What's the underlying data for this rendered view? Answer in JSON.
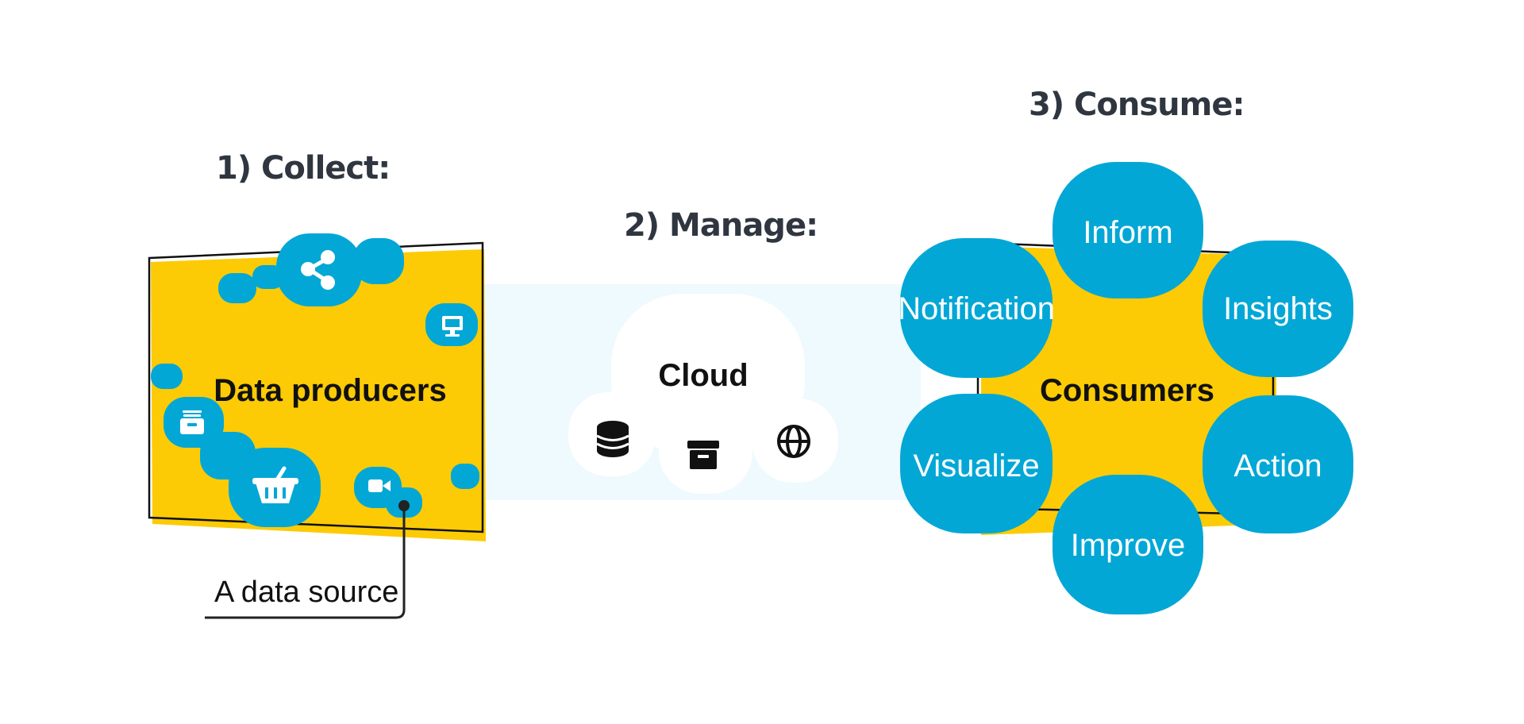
{
  "steps": {
    "collect": "1) Collect:",
    "manage": "2) Manage:",
    "consume": "3) Consume:"
  },
  "producers": {
    "label": "Data producers",
    "source_label": "A data source",
    "icons": [
      "share-icon",
      "monitor-icon",
      "archive-icon",
      "basket-icon",
      "video-icon"
    ]
  },
  "cloud": {
    "label": "Cloud",
    "icons": [
      "database-icon",
      "box-icon",
      "globe-icon"
    ]
  },
  "consumers": {
    "label": "Consumers",
    "items": [
      "Inform",
      "Insights",
      "Action",
      "Improve",
      "Visualize",
      "Notification"
    ]
  },
  "colors": {
    "yellow": "#fccb05",
    "blue": "#03a7d6",
    "light_band": "#eefafd",
    "dark": "#222222",
    "title": "#2f3640"
  }
}
